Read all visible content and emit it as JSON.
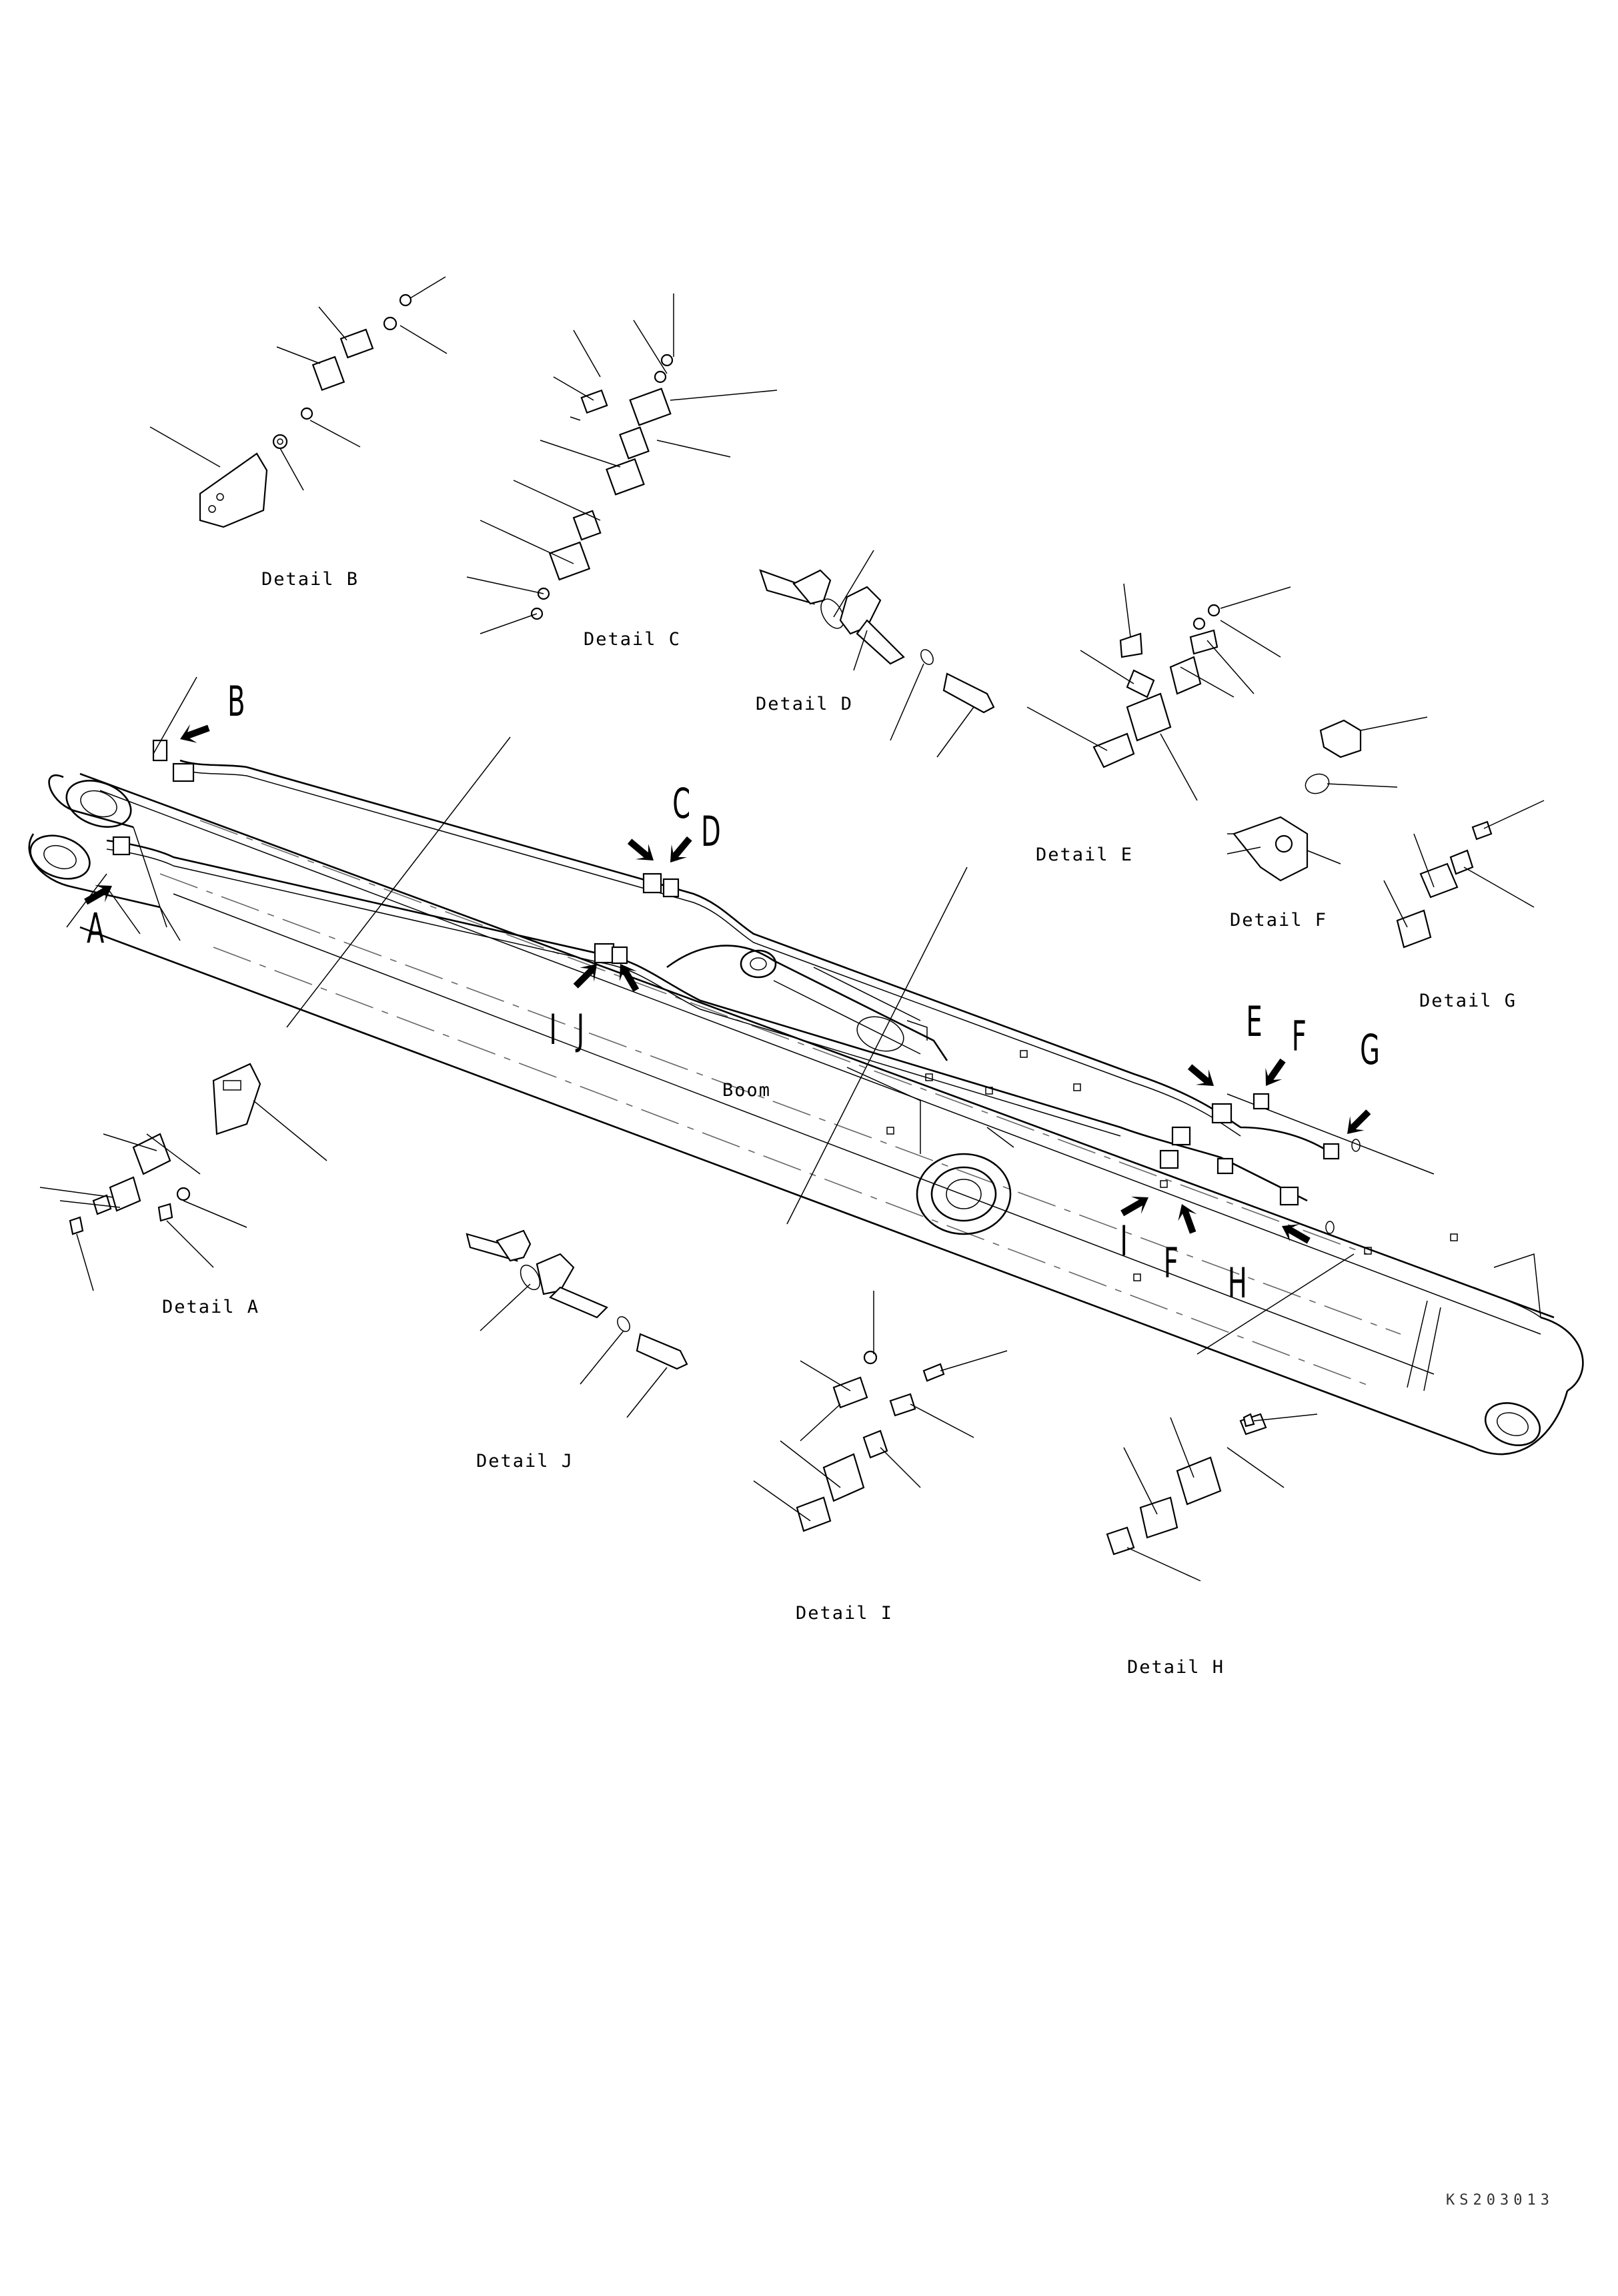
{
  "details": {
    "a": "Detail A",
    "b": "Detail B",
    "c": "Detail C",
    "d": "Detail D",
    "e": "Detail E",
    "f": "Detail F",
    "g": "Detail G",
    "h": "Detail H",
    "i": "Detail I",
    "j": "Detail J"
  },
  "boom_label": "Boom",
  "callouts": {
    "a": "A",
    "b": "B",
    "c": "C",
    "d": "D",
    "e": "E",
    "f1": "F",
    "f2": "F",
    "g": "G",
    "h": "H",
    "i1": "I",
    "i2": "I",
    "j": "J"
  },
  "drawing_code": "KS203013"
}
